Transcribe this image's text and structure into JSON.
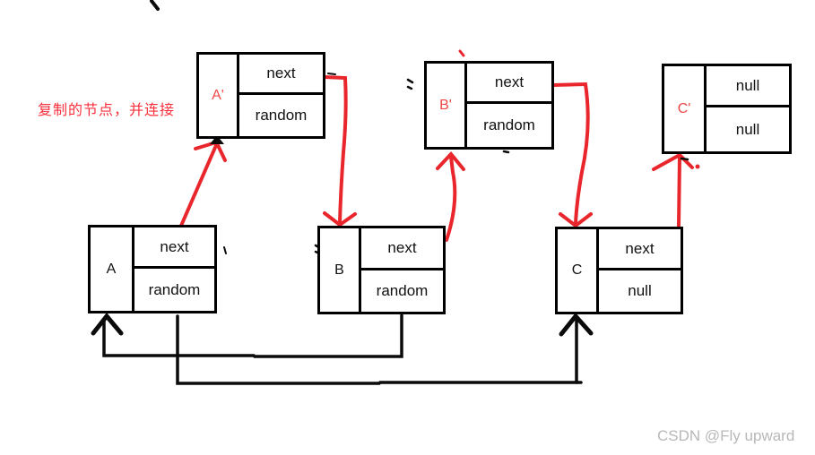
{
  "annotation": {
    "label": "复制的节点，并连接",
    "color": "#f8303c"
  },
  "watermark": {
    "text": "CSDN @Fly upward",
    "color": "#b8b8b8"
  },
  "colors": {
    "arrow_red": "#e8262b",
    "line_black": "#0b0b0b",
    "copy_label_red": "#ef4747",
    "node_border": "#000000",
    "background": "#ffffff"
  },
  "nodes": [
    {
      "id": "A-copy",
      "label": "A'",
      "type": "copy",
      "fields": [
        "next",
        "random"
      ]
    },
    {
      "id": "B-copy",
      "label": "B'",
      "type": "copy",
      "fields": [
        "next",
        "random"
      ]
    },
    {
      "id": "C-copy",
      "label": "C'",
      "type": "copy",
      "fields": [
        "null",
        "null"
      ]
    },
    {
      "id": "A",
      "label": "A",
      "type": "original",
      "fields": [
        "next",
        "random"
      ]
    },
    {
      "id": "B",
      "label": "B",
      "type": "original",
      "fields": [
        "next",
        "random"
      ]
    },
    {
      "id": "C",
      "label": "C",
      "type": "original",
      "fields": [
        "next",
        "null"
      ]
    }
  ],
  "connections": [
    {
      "from": "A",
      "to": "A'",
      "color": "red"
    },
    {
      "from": "A'.next",
      "to": "B",
      "color": "red"
    },
    {
      "from": "B",
      "to": "B'",
      "color": "red"
    },
    {
      "from": "B'.next",
      "to": "C",
      "color": "red"
    },
    {
      "from": "C",
      "to": "C'",
      "color": "red"
    },
    {
      "from": "B.random",
      "to": "A",
      "color": "black"
    },
    {
      "from": "A.random",
      "to": "C",
      "color": "black"
    }
  ]
}
